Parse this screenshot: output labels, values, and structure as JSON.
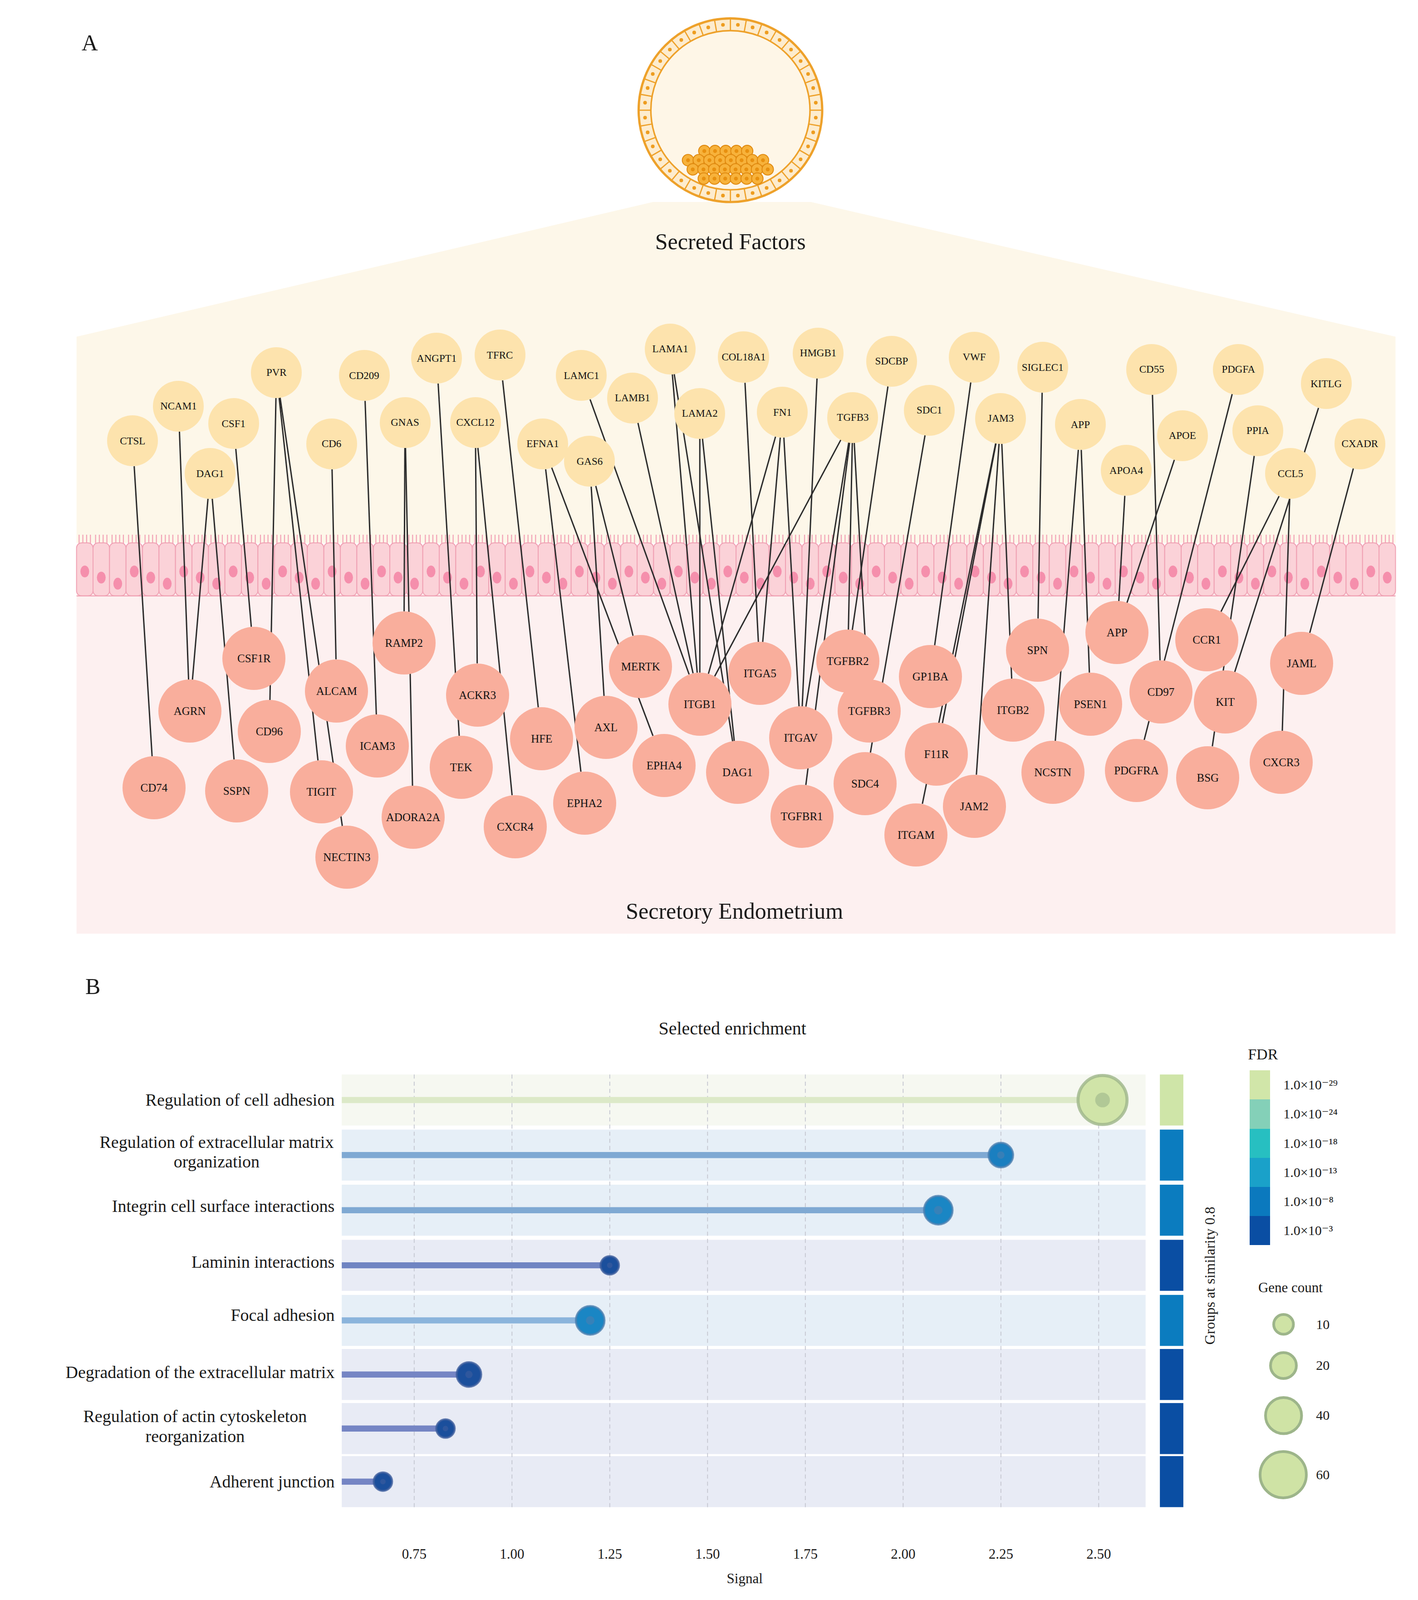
{
  "diagram": {
    "nodes": [
      {
        "text": [
          "CTSL"
        ]
      },
      {
        "text": [
          "NCAM1"
        ]
      },
      {
        "text": [
          "CSF1"
        ]
      },
      {
        "text": [
          "DAG1"
        ]
      },
      {
        "text": [
          "PVR"
        ]
      },
      {
        "text": [
          "CD6"
        ]
      },
      {
        "text": [
          "CD209"
        ]
      },
      {
        "text": [
          "GNAS"
        ]
      },
      {
        "text": [
          "ANGPT1"
        ]
      },
      {
        "text": [
          "CXCL12"
        ]
      },
      {
        "text": [
          "TFRC"
        ]
      },
      {
        "text": [
          "EFNA1"
        ]
      },
      {
        "text": [
          "LAMC1"
        ]
      },
      {
        "text": [
          "GAS6"
        ]
      },
      {
        "text": [
          "LAMB1"
        ]
      },
      {
        "text": [
          "LAMA1"
        ]
      },
      {
        "text": [
          "LAMA2"
        ]
      },
      {
        "text": [
          "COL18A1"
        ]
      },
      {
        "text": [
          "FN1"
        ]
      },
      {
        "text": [
          "HMGB1"
        ]
      },
      {
        "text": [
          "TGFB3"
        ]
      },
      {
        "text": [
          "SDCBP"
        ]
      },
      {
        "text": [
          "SDC1"
        ]
      },
      {
        "text": [
          "VWF"
        ]
      },
      {
        "text": [
          "JAM3"
        ]
      },
      {
        "text": [
          "SIGLEC1"
        ]
      },
      {
        "text": [
          "APP"
        ]
      },
      {
        "text": [
          "CD55"
        ]
      },
      {
        "text": [
          "APOA4"
        ]
      },
      {
        "text": [
          "APOE"
        ]
      },
      {
        "text": [
          "PDGFA"
        ]
      },
      {
        "text": [
          "PPIA"
        ]
      },
      {
        "text": [
          "CCL5"
        ]
      },
      {
        "text": [
          "KITLG"
        ]
      },
      {
        "text": [
          "CXADR"
        ]
      },
      {
        "text": [
          "CSF1R"
        ]
      },
      {
        "text": [
          "AGRN"
        ]
      },
      {
        "text": [
          "CD96"
        ]
      },
      {
        "text": [
          "CD74"
        ]
      },
      {
        "text": [
          "SSPN"
        ]
      },
      {
        "text": [
          "TIGIT"
        ]
      },
      {
        "text": [
          "NECTIN3"
        ]
      },
      {
        "text": [
          "ALCAM"
        ]
      },
      {
        "text": [
          "RAMP2"
        ]
      },
      {
        "text": [
          "ICAM3"
        ]
      },
      {
        "text": [
          "ADORA2A"
        ]
      },
      {
        "text": [
          "ACKR3"
        ]
      },
      {
        "text": [
          "TEK"
        ]
      },
      {
        "text": [
          "CXCR4"
        ]
      },
      {
        "text": [
          "HFE"
        ]
      },
      {
        "text": [
          "EPHA2"
        ]
      },
      {
        "text": [
          "AXL"
        ]
      },
      {
        "text": [
          "MERTK"
        ]
      },
      {
        "text": [
          "EPHA4"
        ]
      },
      {
        "text": [
          "ITGB1"
        ]
      },
      {
        "text": [
          "DAG1"
        ]
      },
      {
        "text": [
          "ITGA5"
        ]
      },
      {
        "text": [
          "ITGAV"
        ]
      },
      {
        "text": [
          "TGFBR1"
        ]
      },
      {
        "text": [
          "TGFBR2"
        ]
      },
      {
        "text": [
          "TGFBR3"
        ]
      },
      {
        "text": [
          "SDC4"
        ]
      },
      {
        "text": [
          "GP1BA"
        ]
      },
      {
        "text": [
          "F11R"
        ]
      },
      {
        "text": [
          "ITGAM"
        ]
      },
      {
        "text": [
          "JAM2"
        ]
      },
      {
        "text": [
          "SPN"
        ]
      },
      {
        "text": [
          "ITGB2"
        ]
      },
      {
        "text": [
          "NCSTN"
        ]
      },
      {
        "text": [
          "APP"
        ]
      },
      {
        "text": [
          "PSEN1"
        ]
      },
      {
        "text": [
          "CD97"
        ]
      },
      {
        "text": [
          "PDGFRA"
        ]
      },
      {
        "text": [
          "CCR1"
        ]
      },
      {
        "text": [
          "KIT"
        ]
      },
      {
        "text": [
          "BSG"
        ]
      },
      {
        "text": [
          "JAML"
        ]
      },
      {
        "text": [
          "CXCR3"
        ]
      }
    ],
    "edges": [
      {
        "from": 0,
        "to": 38,
        "arrow": "none"
      },
      {
        "from": 1,
        "to": 36,
        "arrow": "none"
      },
      {
        "from": 2,
        "to": 35,
        "arrow": "none"
      },
      {
        "from": 3,
        "to": 36,
        "arrow": "none"
      },
      {
        "from": 3,
        "to": 39,
        "arrow": "none"
      },
      {
        "from": 4,
        "to": 37,
        "arrow": "none"
      },
      {
        "from": 4,
        "to": 40,
        "arrow": "none"
      },
      {
        "from": 4,
        "to": 41,
        "arrow": "none"
      },
      {
        "from": 5,
        "to": 42,
        "arrow": "none"
      },
      {
        "from": 6,
        "to": 44,
        "arrow": "none"
      },
      {
        "from": 7,
        "to": 43,
        "arrow": "none"
      },
      {
        "from": 7,
        "to": 45,
        "arrow": "none"
      },
      {
        "from": 8,
        "to": 47,
        "arrow": "none"
      },
      {
        "from": 9,
        "to": 46,
        "arrow": "none"
      },
      {
        "from": 9,
        "to": 48,
        "arrow": "none"
      },
      {
        "from": 10,
        "to": 49,
        "arrow": "none"
      },
      {
        "from": 11,
        "to": 50,
        "arrow": "none"
      },
      {
        "from": 11,
        "to": 53,
        "arrow": "none"
      },
      {
        "from": 12,
        "to": 54,
        "arrow": "none"
      },
      {
        "from": 13,
        "to": 51,
        "arrow": "none"
      },
      {
        "from": 13,
        "to": 52,
        "arrow": "none"
      },
      {
        "from": 14,
        "to": 54,
        "arrow": "none"
      },
      {
        "from": 15,
        "to": 54,
        "arrow": "none"
      },
      {
        "from": 15,
        "to": 55,
        "arrow": "none"
      },
      {
        "from": 16,
        "to": 54,
        "arrow": "none"
      },
      {
        "from": 16,
        "to": 55,
        "arrow": "none"
      },
      {
        "from": 17,
        "to": 56,
        "arrow": "none"
      },
      {
        "from": 18,
        "to": 54,
        "arrow": "none"
      },
      {
        "from": 18,
        "to": 56,
        "arrow": "none"
      },
      {
        "from": 18,
        "to": 57,
        "arrow": "none"
      },
      {
        "from": 19,
        "to": 57,
        "arrow": "none"
      },
      {
        "from": 20,
        "to": 54,
        "arrow": "none"
      },
      {
        "from": 20,
        "to": 57,
        "arrow": "none"
      },
      {
        "from": 20,
        "to": 58,
        "arrow": "none"
      },
      {
        "from": 20,
        "to": 59,
        "arrow": "none"
      },
      {
        "from": 20,
        "to": 60,
        "arrow": "none"
      },
      {
        "from": 21,
        "to": 59,
        "arrow": "none"
      },
      {
        "from": 22,
        "to": 61,
        "arrow": "none"
      },
      {
        "from": 23,
        "to": 62,
        "arrow": "none"
      },
      {
        "from": 24,
        "to": 63,
        "arrow": "none"
      },
      {
        "from": 24,
        "to": 64,
        "arrow": "none"
      },
      {
        "from": 24,
        "to": 65,
        "arrow": "none"
      },
      {
        "from": 24,
        "to": 67,
        "arrow": "none"
      },
      {
        "from": 25,
        "to": 66,
        "arrow": "none"
      },
      {
        "from": 26,
        "to": 68,
        "arrow": "none"
      },
      {
        "from": 26,
        "to": 70,
        "arrow": "none"
      },
      {
        "from": 27,
        "to": 71,
        "arrow": "none"
      },
      {
        "from": 28,
        "to": 69,
        "arrow": "none"
      },
      {
        "from": 29,
        "to": 69,
        "arrow": "none"
      },
      {
        "from": 30,
        "to": 72,
        "arrow": "none"
      },
      {
        "from": 31,
        "to": 75,
        "arrow": "none"
      },
      {
        "from": 32,
        "to": 73,
        "arrow": "none"
      },
      {
        "from": 32,
        "to": 77,
        "arrow": "none"
      },
      {
        "from": 33,
        "to": 74,
        "arrow": "none"
      },
      {
        "from": 34,
        "to": 76,
        "arrow": "none"
      }
    ],
    "labels": [
      "A",
      "Secreted Factors",
      "Secretory Endometrium",
      "B",
      "Selected enrichment",
      "Regulation of cell adhesion",
      "Regulation of extracellular matrix organization",
      "Integrin cell surface interactions",
      "Laminin interactions",
      "Focal adhesion",
      "Degradation of the extracellular matrix",
      "Regulation of actin cytoskeleton reorganization",
      "Adherent junction",
      "0.75",
      "1.00",
      "1.25",
      "1.50",
      "1.75",
      "2.00",
      "2.25",
      "2.50",
      "Signal",
      "Groups at similarity 0.8",
      "FDR",
      "Gene count"
    ],
    "legend": [
      {
        "text": "1.0×10⁻²⁹",
        "color": "#d1e6a9"
      },
      {
        "text": "1.0×10⁻²⁴",
        "color": "#84d0b8"
      },
      {
        "text": "1.0×10⁻¹⁸",
        "color": "#27bfc1"
      },
      {
        "text": "1.0×10⁻¹³",
        "color": "#1aa1c9"
      },
      {
        "text": "1.0×10⁻⁸",
        "color": "#0b79be"
      },
      {
        "text": "1.0×10⁻³",
        "color": "#0a4ea3"
      },
      {
        "text": "10"
      },
      {
        "text": "20"
      },
      {
        "text": "40"
      },
      {
        "text": "60"
      }
    ]
  }
}
